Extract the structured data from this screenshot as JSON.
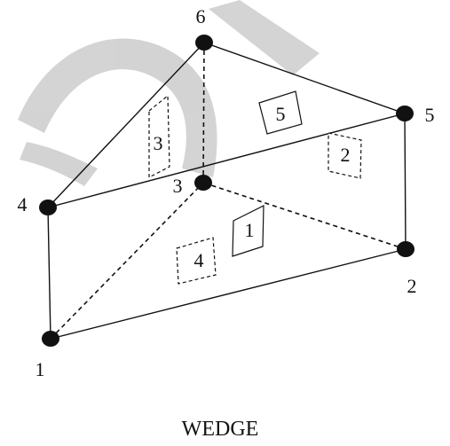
{
  "diagram": {
    "caption": "WEDGE",
    "nodes": [
      {
        "id": "1",
        "label": "1"
      },
      {
        "id": "2",
        "label": "2"
      },
      {
        "id": "3",
        "label": "3"
      },
      {
        "id": "4",
        "label": "4"
      },
      {
        "id": "5",
        "label": "5"
      },
      {
        "id": "6",
        "label": "6"
      }
    ],
    "edges": [
      {
        "from": "1",
        "to": "2",
        "style": "solid"
      },
      {
        "from": "1",
        "to": "4",
        "style": "solid"
      },
      {
        "from": "2",
        "to": "5",
        "style": "solid"
      },
      {
        "from": "4",
        "to": "5",
        "style": "solid"
      },
      {
        "from": "4",
        "to": "6",
        "style": "solid"
      },
      {
        "from": "5",
        "to": "6",
        "style": "solid"
      },
      {
        "from": "1",
        "to": "3",
        "style": "dashed"
      },
      {
        "from": "2",
        "to": "3",
        "style": "dashed"
      },
      {
        "from": "3",
        "to": "6",
        "style": "dashed"
      }
    ],
    "faces": [
      {
        "id": "1",
        "label": "1",
        "style": "solid"
      },
      {
        "id": "2",
        "label": "2",
        "style": "dashed"
      },
      {
        "id": "3",
        "label": "3",
        "style": "dashed"
      },
      {
        "id": "4",
        "label": "4",
        "style": "dashed"
      },
      {
        "id": "5",
        "label": "5",
        "style": "solid"
      }
    ],
    "colors": {
      "line": "#111111",
      "watermark": "#cfcfcf",
      "background": "#ffffff"
    }
  }
}
